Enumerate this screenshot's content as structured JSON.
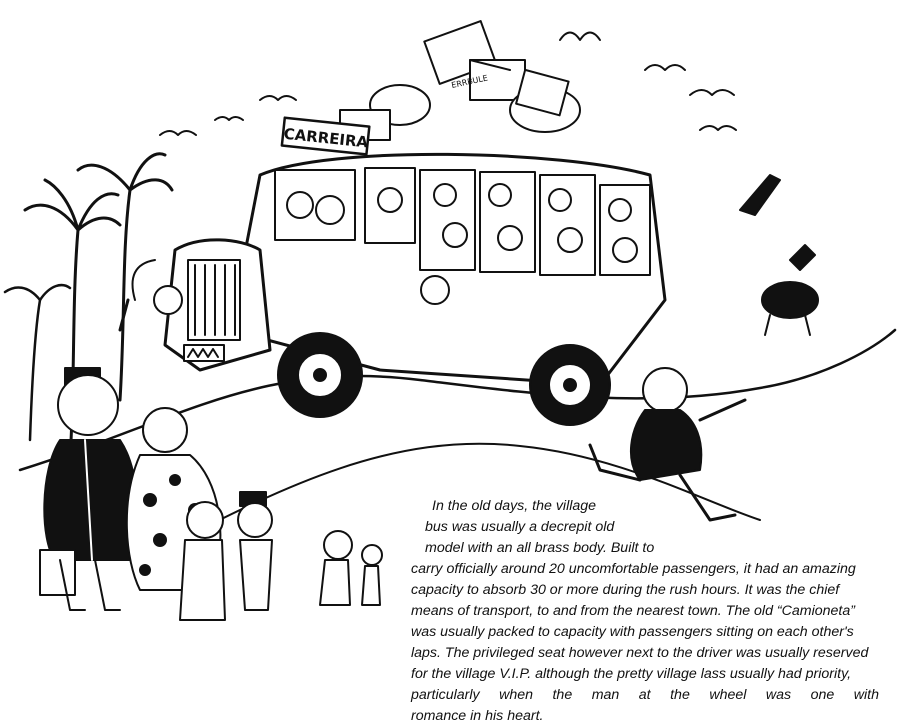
{
  "illustration": {
    "subject": "cartoon of an overcrowded village bus",
    "bus_sign": "CARREIRA",
    "basket_label": "ERRBULE"
  },
  "caption": {
    "lines": [
      "In the old days, the village",
      "bus was usually a decrepit old",
      "model with an all brass body. Built to",
      "carry officially around 20 uncomfortable passengers, it had an amazing",
      "capacity to absorb 30 or more during the rush hours. It was the chief",
      "means of transport, to and from the nearest town. The old “Camioneta”",
      "was usually packed to capacity with passengers sitting on each other's",
      "laps. The privileged seat however next to the driver  was usually reserved",
      "for the village V.I.P.  although the pretty village lass usually had priority,",
      "particularly when the man at the wheel was one with",
      "romance in his heart."
    ]
  }
}
